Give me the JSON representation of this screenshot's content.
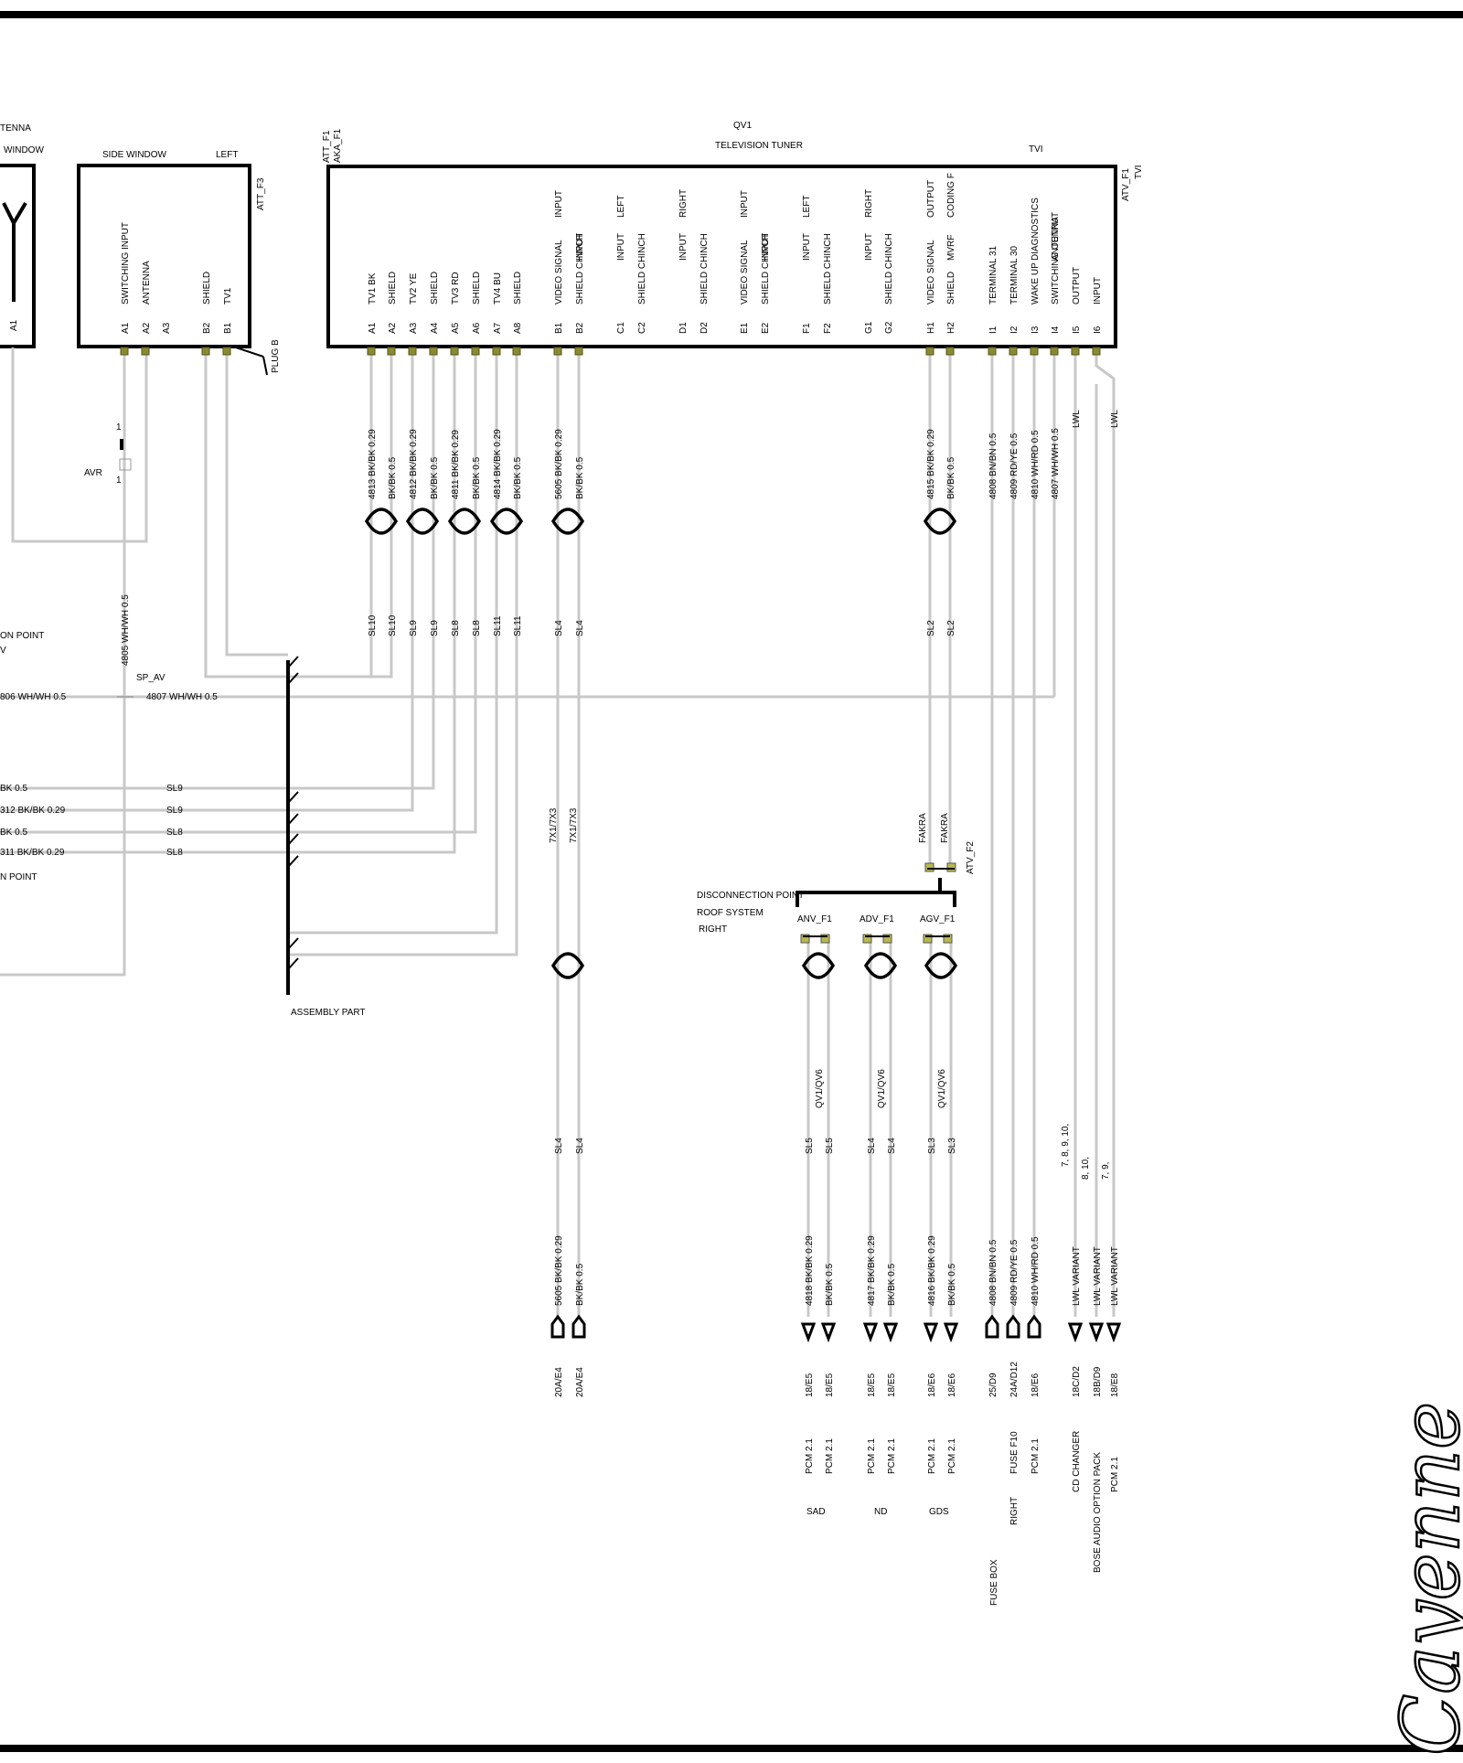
{
  "header": {
    "antenna_title_1": "TENNA",
    "antenna_title_2": "WINDOW",
    "side_window_title": "SIDE WINDOW",
    "side_window_left": "LEFT",
    "side_window_code": "ATT_F3",
    "tuner_code_1": "ATT_F1",
    "tuner_code_2": "AKA_F1",
    "tuner_code_3": "QV1",
    "tuner_title": "TELEVISION TUNER",
    "tuner_tvi": "TVI",
    "tuner_right_code_1": "ATV_F1",
    "tuner_right_code_2": "TVI"
  },
  "antenna": {
    "pin": "A1"
  },
  "side_window": {
    "functions": [
      "SWITCHING INPUT",
      "ANTENNA",
      "",
      "SHIELD",
      "TV1"
    ],
    "pins": [
      "A1",
      "A2",
      "A3",
      "B2",
      "B1"
    ],
    "plug": "PLUG B"
  },
  "tuner": {
    "functions": [
      "TV1 BK",
      "SHIELD",
      "TV2 YE",
      "SHIELD",
      "TV3 RD",
      "SHIELD",
      "TV4 BU",
      "SHIELD",
      "VIDEO SIGNAL",
      "SHIELD CHINCH",
      "",
      "SHIELD CHINCH",
      "",
      "SHIELD CHINCH",
      "VIDEO SIGNAL",
      "SHIELD CHINCH",
      "",
      "SHIELD CHINCH",
      "",
      "SHIELD CHINCH",
      "VIDEO SIGNAL",
      "SHIELD",
      "TERMINAL 31",
      "TERMINAL 30",
      "WAKE UP",
      "SWITCHING OUTPUT",
      "OUTPUT",
      "INPUT"
    ],
    "functions2": [
      "",
      "",
      "",
      "",
      "",
      "",
      "",
      "",
      "",
      "INPUT",
      "INPUT",
      "",
      "INPUT",
      "",
      "",
      "INPUT",
      "INPUT",
      "",
      "INPUT",
      "",
      "",
      "MVRF",
      "",
      "",
      "DIAGNOSTICS",
      "ANTENNA",
      "",
      ""
    ],
    "functions3": [
      "",
      "",
      "",
      "",
      "",
      "",
      "",
      "",
      "INPUT",
      "",
      "LEFT",
      "",
      "RIGHT",
      "",
      "INPUT",
      "",
      "LEFT",
      "",
      "RIGHT",
      "",
      "OUTPUT",
      "CODING F",
      "",
      "",
      "",
      "",
      "",
      ""
    ],
    "pins": [
      "A1",
      "A2",
      "A3",
      "A4",
      "A5",
      "A6",
      "A7",
      "A8",
      "B1",
      "B2",
      "C1",
      "C2",
      "D1",
      "D2",
      "E1",
      "E2",
      "F1",
      "F2",
      "G1",
      "G2",
      "H1",
      "H2",
      "I1",
      "I2",
      "I3",
      "I4",
      "I5",
      "I6"
    ]
  },
  "wires_top": [
    "4813 BK/BK 0.29",
    "BK/BK 0.5",
    "4812 BK/BK 0.29",
    "BK/BK 0.5",
    "4811 BK/BK 0.29",
    "BK/BK 0.5",
    "4814 BK/BK 0.29",
    "BK/BK 0.5",
    "5605 BK/BK 0.29",
    "BK/BK 0.5",
    "4815 BK/BK 0.29",
    "BK/BK 0.5",
    "4808 BN/BN 0.5",
    "4809 RD/YE 0.5",
    "4810 WH/RD 0.5",
    "4807 WH/WH 0.5",
    "LWL",
    "LWL"
  ],
  "shields_top": [
    "SL10",
    "SL10",
    "SL9",
    "SL9",
    "SL8",
    "SL8",
    "SL11",
    "SL11",
    "SL4",
    "SL4",
    "SL2",
    "SL2"
  ],
  "avr": {
    "label": "AVR",
    "pin_top": "1",
    "pin_bottom": "1"
  },
  "left_wire_vertical": "4805 WH/WH 0.5",
  "splice": {
    "label": "SP_AV",
    "point_1": "ON POINT",
    "point_1b": "V",
    "wire_left": "806 WH/WH 0.5",
    "wire_right": "4807 WH/WH 0.5"
  },
  "left_rows": [
    {
      "wire": "BK 0.5",
      "sl": "SL9"
    },
    {
      "wire": "312 BK/BK 0.29",
      "sl": "SL9"
    },
    {
      "wire": "BK 0.5",
      "sl": "SL8"
    },
    {
      "wire": "311 BK/BK 0.29",
      "sl": "SL8"
    }
  ],
  "left_point_2": "N POINT",
  "assembly_part": "ASSEMBLY PART",
  "mid_labels": {
    "x1": "7X1/7X3",
    "x2": "7X1/7X3",
    "fakra1": "FAKRA",
    "fakra2": "FAKRA",
    "atv_f2": "ATV_F2"
  },
  "disconnection": {
    "line1": "DISCONNECTION POINT",
    "line2": "ROOF SYSTEM",
    "line3": "RIGHT"
  },
  "bottom_conns": [
    "ANV_F1",
    "ADV_F1",
    "AGV_F1"
  ],
  "qv_label": "QV1/QV6",
  "shields_bottom": [
    "SL4",
    "SL4",
    "SL5",
    "SL5",
    "SL4",
    "SL4",
    "SL3",
    "SL3"
  ],
  "variant_numbers": [
    "7, 8, 9, 10,",
    "8, 10,",
    "7, 9,"
  ],
  "wires_bottom": [
    "5605 BK/BK 0.29",
    "BK/BK 0.5",
    "4818 BK/BK 0.29",
    "BK/BK 0.5",
    "4817 BK/BK 0.29",
    "BK/BK 0.5",
    "4816 BK/BK 0.29",
    "BK/BK 0.5",
    "4808 BN/BN 0.5",
    "4809 RD/YE 0.5",
    "4810 WH/RD 0.5",
    "LWL VARIANT",
    "LWL VARIANT",
    "LWL VARIANT"
  ],
  "refs": [
    "20A/E4",
    "20A/E4",
    "18/E5",
    "18/E5",
    "18/E5",
    "18/E5",
    "18/E6",
    "18/E6",
    "25/D9",
    "24A/D12",
    "18/E6",
    "18C/D2",
    "18B/D9",
    "18/E8"
  ],
  "dest1": [
    "PCM 2.1",
    "PCM 2.1",
    "PCM 2.1",
    "PCM 2.1",
    "PCM 2.1",
    "PCM 2.1",
    "FUSE F10",
    "PCM 2.1",
    "CD CHANGER",
    "BOSE AUDIO OPTION PACK",
    "PCM 2.1"
  ],
  "dest2": [
    "SAD",
    "ND",
    "GDS",
    "RIGHT",
    "FUSE BOX"
  ],
  "logo_text": "Cayenne"
}
